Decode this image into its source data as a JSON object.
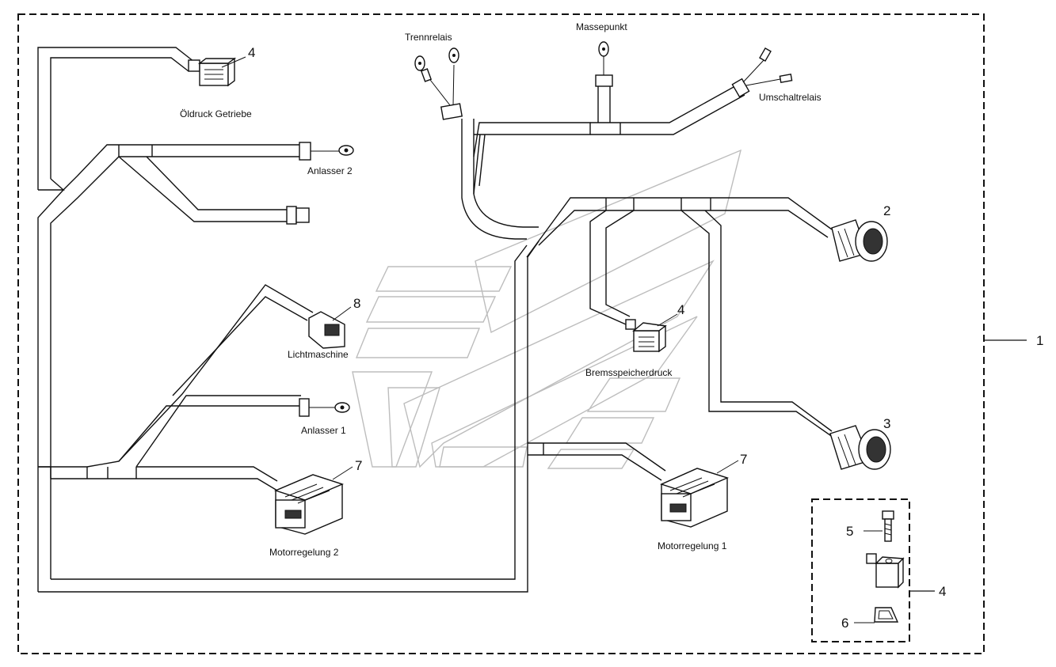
{
  "labels": {
    "oeldruck_getriebe": "Öldruck Getriebe",
    "anlasser_2": "Anlasser 2",
    "trennrelais": "Trennrelais",
    "massepunkt": "Massepunkt",
    "umschaltrelais": "Umschaltrelais",
    "lichtmaschine": "Lichtmaschine",
    "bremsspeicherdruck": "Bremsspeicherdruck",
    "anlasser_1": "Anlasser 1",
    "motorregelung_2": "Motorregelung 2",
    "motorregelung_1": "Motorregelung 1"
  },
  "callouts": {
    "assembly": "1",
    "connector_round_upper": "2",
    "connector_round_lower": "3",
    "pressure_switch_oil": "4",
    "pressure_switch_brake": "4",
    "detail_group": "4",
    "bolt": "5",
    "seal": "6",
    "ecu_connector_2": "7",
    "ecu_connector_1": "7",
    "alternator_plug": "8"
  }
}
